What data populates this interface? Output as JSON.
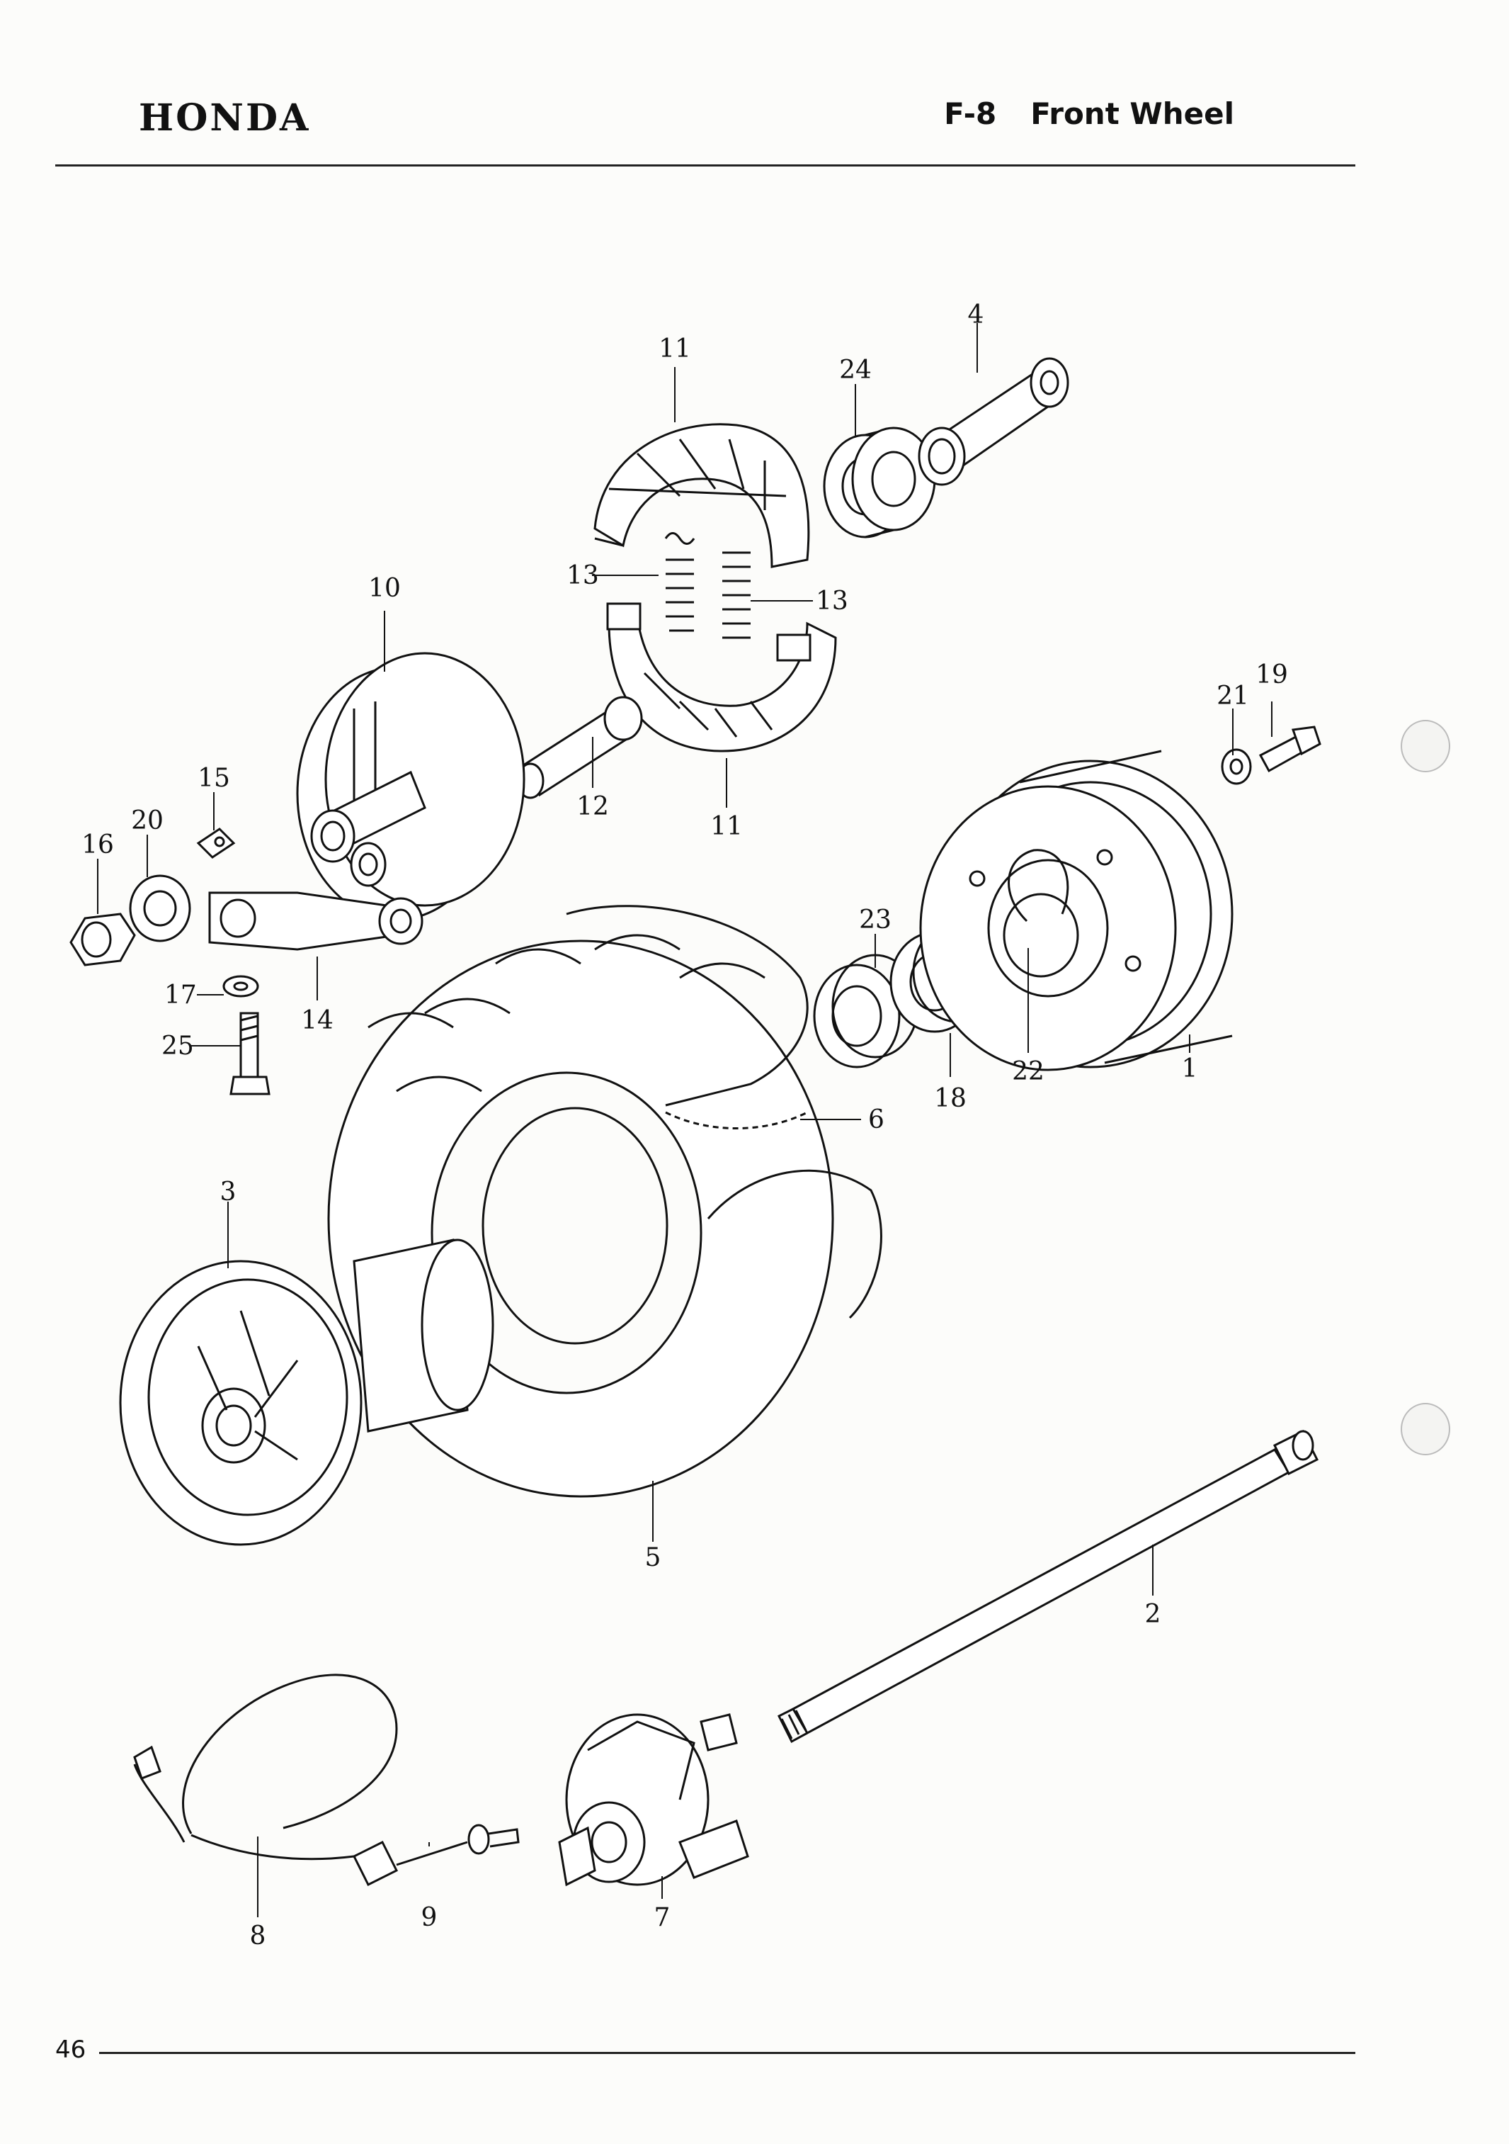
{
  "header": {
    "brand": "HONDA",
    "section_code": "F-8",
    "section_title": "Front Wheel"
  },
  "footer": {
    "page_number": "46"
  },
  "part_labels": {
    "p1": "1",
    "p2": "2",
    "p3": "3",
    "p4": "4",
    "p5": "5",
    "p6": "6",
    "p7": "7",
    "p8": "8",
    "p9": "9",
    "p10": "10",
    "p11a": "11",
    "p11b": "11",
    "p12": "12",
    "p13a": "13",
    "p13b": "13",
    "p14": "14",
    "p15": "15",
    "p16": "16",
    "p17": "17",
    "p18": "18",
    "p19": "19",
    "p20": "20",
    "p21": "21",
    "p22": "22",
    "p23": "23",
    "p24": "24",
    "p25": "25"
  }
}
